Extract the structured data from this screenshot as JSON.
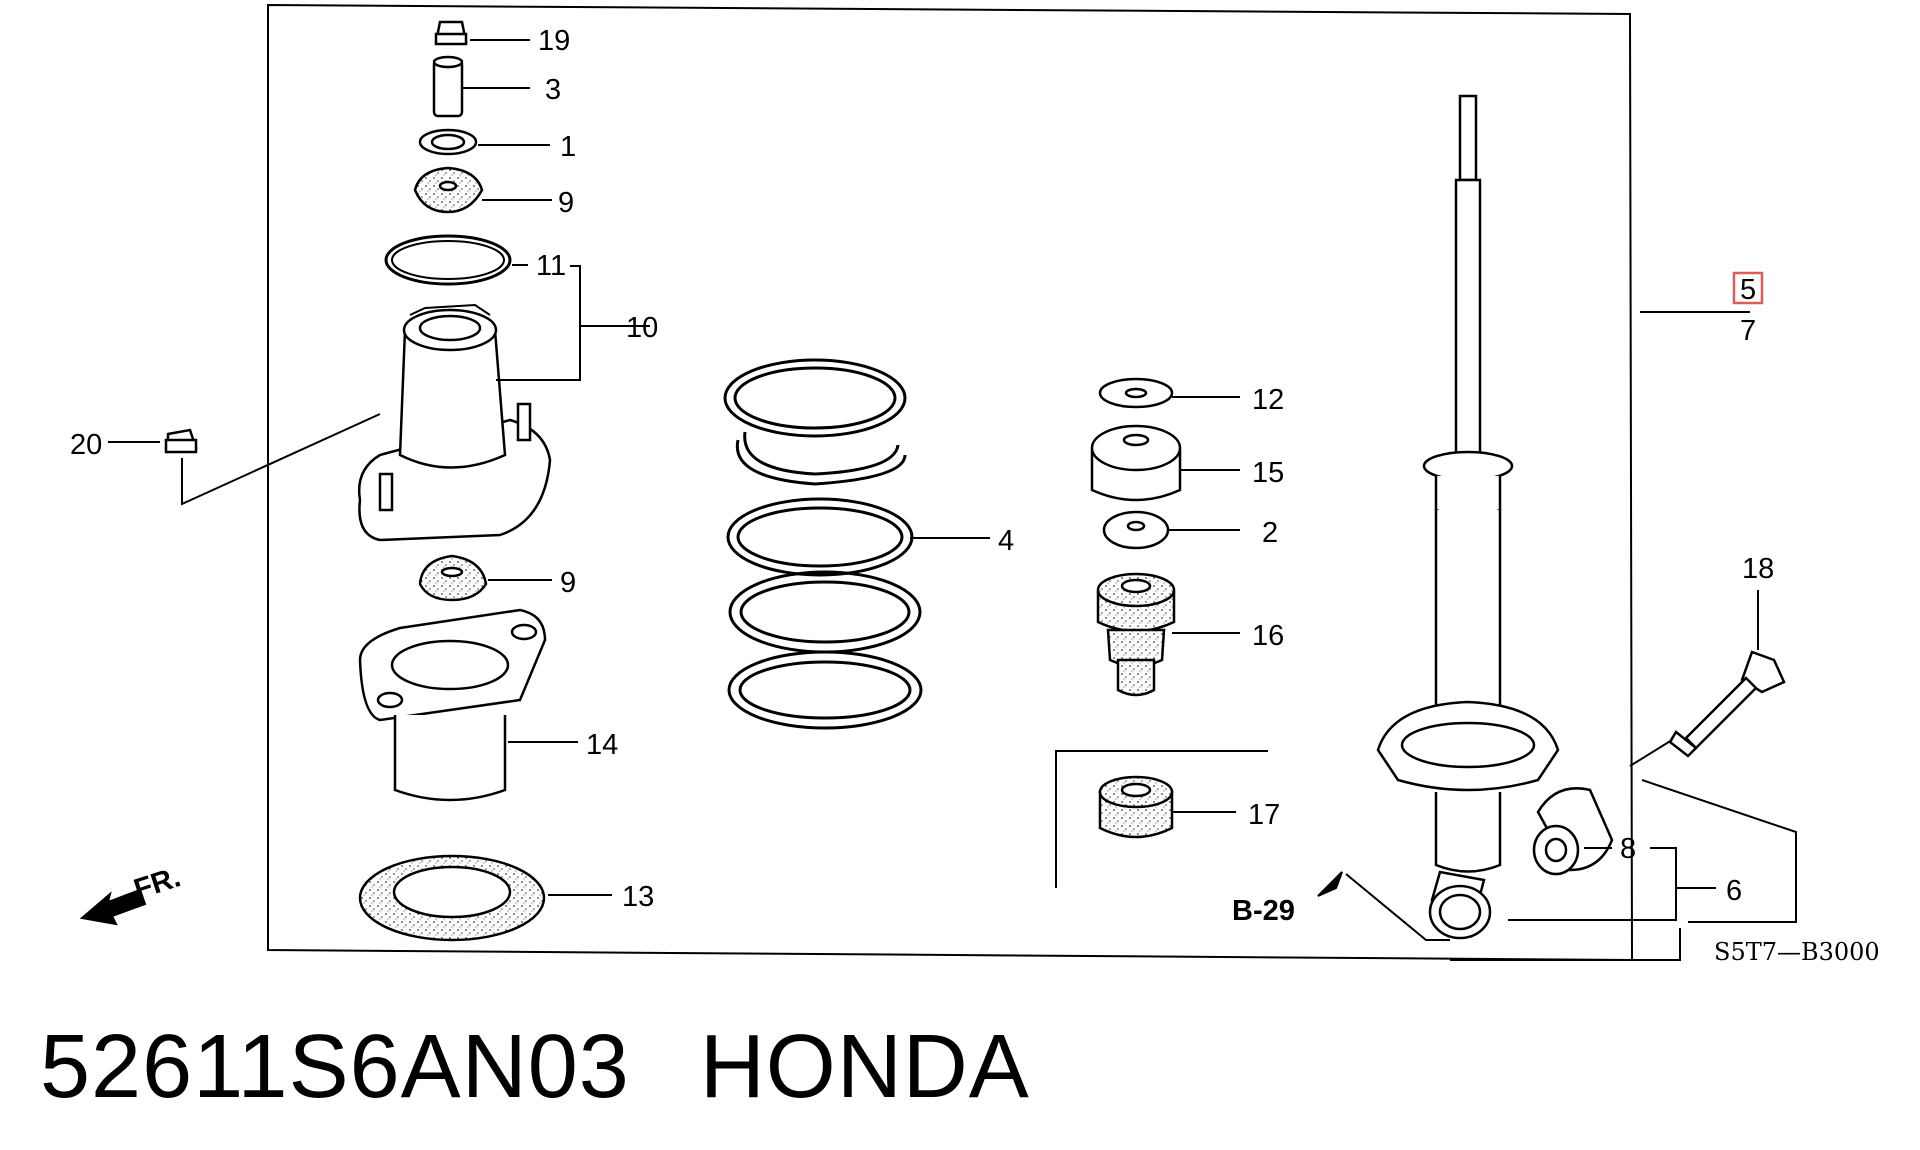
{
  "diagram": {
    "callouts": {
      "c19": "19",
      "c3": "3",
      "c1": "1",
      "c9a": "9",
      "c11": "11",
      "c10": "10",
      "c20": "20",
      "c9b": "9",
      "c14": "14",
      "c13": "13",
      "c4": "4",
      "c12": "12",
      "c15": "15",
      "c2": "2",
      "c16": "16",
      "c17": "17",
      "c5": "5",
      "c7": "7",
      "c18": "18",
      "c8": "8",
      "c6": "6"
    },
    "highlighted_callout": "5",
    "highlight_color": "#e05a5a",
    "reference_label": "B-29",
    "direction_label": "FR.",
    "diagram_code": "S5T7—B3000"
  },
  "footer": {
    "part_number": "52611S6AN03",
    "brand": "HONDA"
  }
}
